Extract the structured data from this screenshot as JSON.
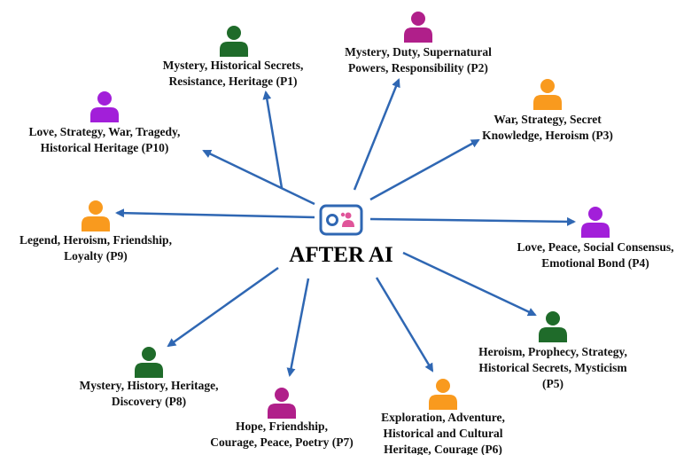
{
  "center": {
    "title": "AFTER AI",
    "icon": "ai-persona-card-icon",
    "icon_color": "#2f67b3",
    "accent_color": "#e0559a"
  },
  "arrow_color": "#2f67b3",
  "colors": {
    "green": "#1f6b2a",
    "purple": "#a21fd9",
    "magenta": "#b01f8a",
    "orange": "#f99a1e"
  },
  "personas": [
    {
      "id": "p1",
      "lines": [
        "Mystery, Historical Secrets,",
        "Resistance, Heritage (P1)"
      ],
      "color": "#1f6b2a",
      "icon": "person-icon"
    },
    {
      "id": "p2",
      "lines": [
        "Mystery, Duty, Supernatural",
        "Powers, Responsibility (P2)"
      ],
      "color": "#b01f8a",
      "icon": "person-icon"
    },
    {
      "id": "p3",
      "lines": [
        "War, Strategy, Secret",
        "Knowledge, Heroism (P3)"
      ],
      "color": "#f99a1e",
      "icon": "person-icon"
    },
    {
      "id": "p4",
      "lines": [
        "Love, Peace, Social Consensus,",
        "Emotional Bond  (P4)"
      ],
      "color": "#a21fd9",
      "icon": "person-icon"
    },
    {
      "id": "p5",
      "lines": [
        "Heroism, Prophecy, Strategy,",
        "Historical Secrets, Mysticism",
        "(P5)"
      ],
      "color": "#1f6b2a",
      "icon": "person-icon"
    },
    {
      "id": "p6",
      "lines": [
        "Exploration, Adventure,",
        "Historical and Cultural",
        "Heritage, Courage (P6)"
      ],
      "color": "#f99a1e",
      "icon": "person-icon"
    },
    {
      "id": "p7",
      "lines": [
        "Hope, Friendship,",
        "Courage, Peace, Poetry (P7)"
      ],
      "color": "#b01f8a",
      "icon": "person-icon"
    },
    {
      "id": "p8",
      "lines": [
        "Mystery, History, Heritage,",
        "Discovery (P8)"
      ],
      "color": "#1f6b2a",
      "icon": "person-icon"
    },
    {
      "id": "p9",
      "lines": [
        "Legend, Heroism, Friendship,",
        "Loyalty (P9)"
      ],
      "color": "#f99a1e",
      "icon": "person-icon"
    },
    {
      "id": "p10",
      "lines": [
        "Love, Strategy, War, Tragedy,",
        "Historical Heritage (P10)"
      ],
      "color": "#a21fd9",
      "icon": "person-icon"
    }
  ]
}
